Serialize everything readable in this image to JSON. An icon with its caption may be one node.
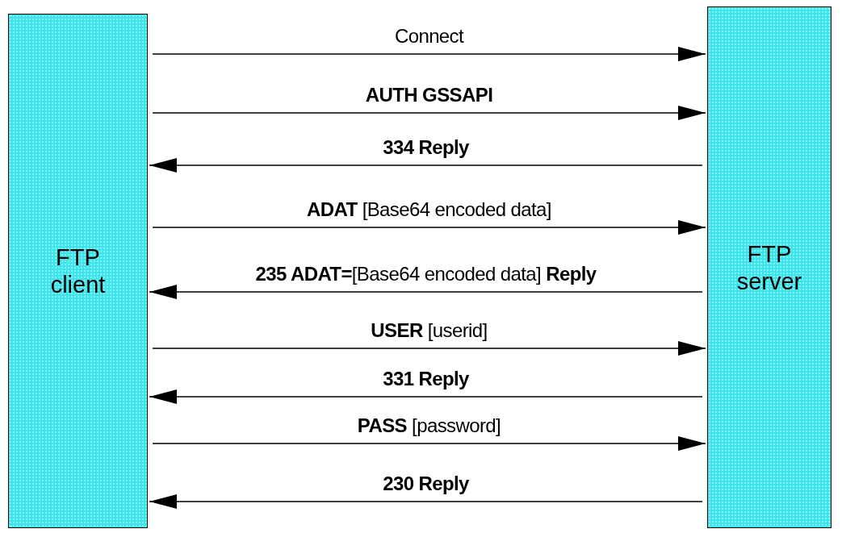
{
  "diagram": {
    "nodes": [
      {
        "text": [
          "FTP client"
        ]
      },
      {
        "text": [
          "FTP server"
        ]
      }
    ],
    "edges": [
      {
        "from": 0,
        "to": 1,
        "arrow": "to",
        "label": "Connect"
      },
      {
        "from": 0,
        "to": 1,
        "arrow": "to",
        "label": "**AUTH GSSAPI**"
      },
      {
        "from": 1,
        "to": 0,
        "arrow": "to",
        "label": "**334 Reply**"
      },
      {
        "from": 0,
        "to": 1,
        "arrow": "to",
        "label": "**ADAT** [Base64 encoded data]"
      },
      {
        "from": 1,
        "to": 0,
        "arrow": "to",
        "label": "**235 ADAT=**[Base64 encoded data] **Reply**"
      },
      {
        "from": 0,
        "to": 1,
        "arrow": "to",
        "label": "**USER** [userid]"
      },
      {
        "from": 1,
        "to": 0,
        "arrow": "to",
        "label": "**331 Reply**"
      },
      {
        "from": 0,
        "to": 1,
        "arrow": "to",
        "label": "**PASS** [password]"
      },
      {
        "from": 1,
        "to": 0,
        "arrow": "to",
        "label": "**230 Reply**"
      }
    ]
  }
}
